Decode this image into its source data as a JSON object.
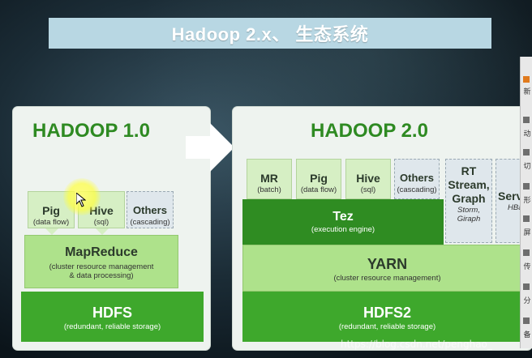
{
  "title": "Hadoop 2.x、 生态系统",
  "hadoop1": {
    "heading": "HADOOP 1.0",
    "pig": {
      "name": "Pig",
      "sub": "(data flow)"
    },
    "hive": {
      "name": "Hive",
      "sub": "(sql)"
    },
    "others": {
      "name": "Others",
      "sub": "(cascading)"
    },
    "mapreduce": {
      "name": "MapReduce",
      "sub1": "(cluster resource management",
      "sub2": "& data processing)"
    },
    "hdfs": {
      "name": "HDFS",
      "sub": "(redundant, reliable storage)"
    }
  },
  "hadoop2": {
    "heading": "HADOOP 2.0",
    "mr": {
      "name": "MR",
      "sub": "(batch)"
    },
    "pig": {
      "name": "Pig",
      "sub": "(data flow)"
    },
    "hive": {
      "name": "Hive",
      "sub": "(sql)"
    },
    "others": {
      "name": "Others",
      "sub": "(cascading)"
    },
    "rt": {
      "l1": "RT",
      "l2": "Stream,",
      "l3": "Graph",
      "sub1": "Storm,",
      "sub2": "Giraph"
    },
    "serv": {
      "name": "Serv",
      "sub": "HBa"
    },
    "tez": {
      "name": "Tez",
      "sub": "(execution engine)"
    },
    "yarn": {
      "name": "YARN",
      "sub": "(cluster resource management)"
    },
    "hdfs2": {
      "name": "HDFS2",
      "sub": "(redundant, reliable storage)"
    }
  },
  "sidebar": {
    "items": [
      "新",
      "动",
      "切",
      "形",
      "屏",
      "传",
      "分",
      "备"
    ]
  },
  "watermark": "https://blog.csdn.net/penghao_",
  "icons": {
    "arrow": "right-arrow-icon",
    "cursor": "mouse-pointer-icon"
  }
}
